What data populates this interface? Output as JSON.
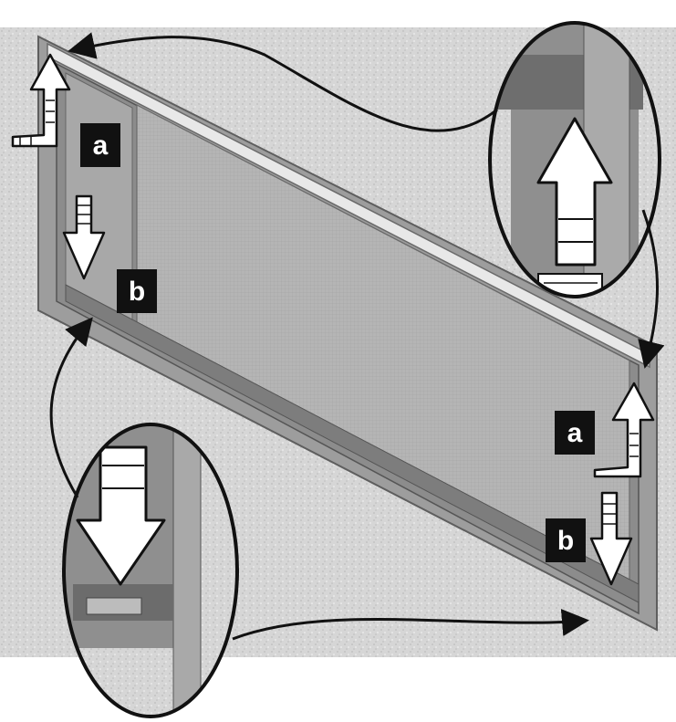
{
  "labels": [
    {
      "id": "a-left",
      "text": "a"
    },
    {
      "id": "b-left",
      "text": "b"
    },
    {
      "id": "a-right",
      "text": "a"
    },
    {
      "id": "b-right",
      "text": "b"
    }
  ],
  "colors": {
    "wall": "#d4d4d4",
    "frame": "#9a9a9a",
    "frame_dark": "#707070",
    "mesh": "#b3b3b3",
    "outline": "#1a1a1a",
    "label_bg": "#111111",
    "arrow_fill": "#ffffff"
  },
  "icons": [
    "up-arrow-icon",
    "down-arrow-icon",
    "curved-arrow-icon"
  ]
}
